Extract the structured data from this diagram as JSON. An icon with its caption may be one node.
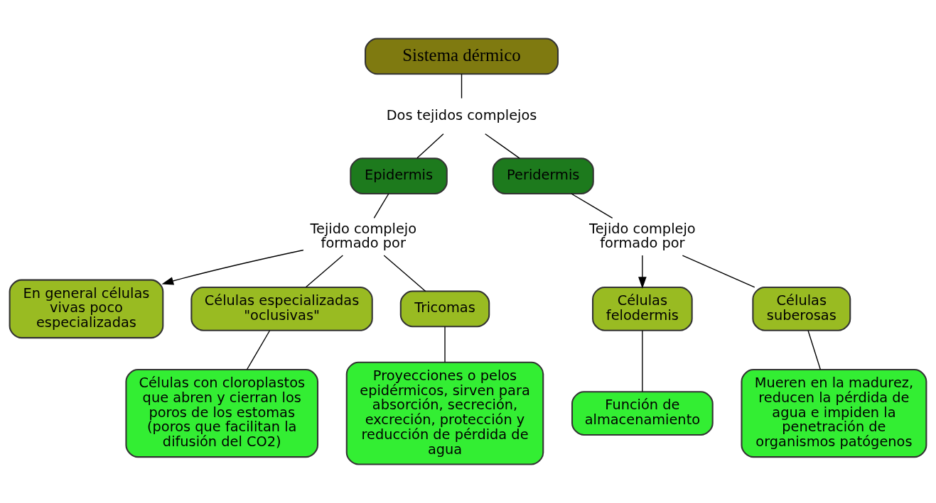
{
  "diagram": {
    "nodes": [
      {
        "text": [
          "Sistema dérmico"
        ]
      },
      {
        "text": [
          "Dos tejidos complejos"
        ]
      },
      {
        "text": [
          "Epidermis"
        ]
      },
      {
        "text": [
          "Peridermis"
        ]
      },
      {
        "text": [
          "Tejido complejo formado por"
        ]
      },
      {
        "text": [
          "En general células vivas poco especializadas"
        ]
      },
      {
        "text": [
          "Células especializadas \"oclusivas\""
        ]
      },
      {
        "text": [
          "Tricomas"
        ]
      },
      {
        "text": [
          "Células con cloroplastos que abren y cierran los poros de los estomas (poros que facilitan la difusión del CO2)"
        ]
      },
      {
        "text": [
          "Proyecciones o pelos epidérmicos, sirven para absorción, secreción, excreción, protección y reducción de pérdida de agua"
        ]
      },
      {
        "text": [
          "Tejido complejo formado por"
        ]
      },
      {
        "text": [
          "Células felodermis"
        ]
      },
      {
        "text": [
          "Células suberosas"
        ]
      },
      {
        "text": [
          "Función de almacenamiento"
        ]
      },
      {
        "text": [
          "Mueren en la madurez, reducen la pérdida de agua e impiden la penetración de organismos patógenos"
        ]
      }
    ],
    "edges": [
      {
        "from": 0,
        "to": 1,
        "arrow": "none"
      },
      {
        "from": 1,
        "to": 2,
        "arrow": "none"
      },
      {
        "from": 1,
        "to": 3,
        "arrow": "none"
      },
      {
        "from": 2,
        "to": 4,
        "arrow": "none"
      },
      {
        "from": 4,
        "to": 5,
        "arrow": "to"
      },
      {
        "from": 4,
        "to": 6,
        "arrow": "none"
      },
      {
        "from": 4,
        "to": 7,
        "arrow": "none"
      },
      {
        "from": 6,
        "to": 8,
        "arrow": "none"
      },
      {
        "from": 7,
        "to": 9,
        "arrow": "none"
      },
      {
        "from": 3,
        "to": 10,
        "arrow": "none"
      },
      {
        "from": 10,
        "to": 11,
        "arrow": "to"
      },
      {
        "from": 10,
        "to": 12,
        "arrow": "none"
      },
      {
        "from": 11,
        "to": 13,
        "arrow": "none"
      },
      {
        "from": 12,
        "to": 14,
        "arrow": "none"
      }
    ]
  }
}
